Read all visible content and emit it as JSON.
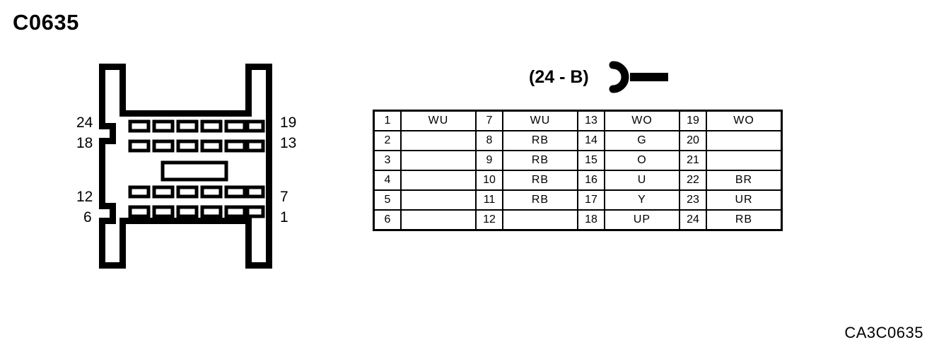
{
  "page": {
    "title": "C0635",
    "reference_code": "CA3C0635"
  },
  "connector": {
    "diagram_name": "connector-face-view",
    "pin_count": 24,
    "rows": 4,
    "columns": 6,
    "edge_labels": {
      "left": [
        "24",
        "18",
        "12",
        "6"
      ],
      "right": [
        "19",
        "13",
        "7",
        "1"
      ]
    },
    "type_label": "(24 - B)",
    "symbol_name": "male-pin-connector-symbol"
  },
  "pin_table": {
    "column_groups": [
      {
        "rows": [
          {
            "pin": "1",
            "code": "WU"
          },
          {
            "pin": "2",
            "code": ""
          },
          {
            "pin": "3",
            "code": ""
          },
          {
            "pin": "4",
            "code": ""
          },
          {
            "pin": "5",
            "code": ""
          },
          {
            "pin": "6",
            "code": ""
          }
        ]
      },
      {
        "rows": [
          {
            "pin": "7",
            "code": "WU"
          },
          {
            "pin": "8",
            "code": "RB"
          },
          {
            "pin": "9",
            "code": "RB"
          },
          {
            "pin": "10",
            "code": "RB"
          },
          {
            "pin": "11",
            "code": "RB"
          },
          {
            "pin": "12",
            "code": ""
          }
        ]
      },
      {
        "rows": [
          {
            "pin": "13",
            "code": "WO"
          },
          {
            "pin": "14",
            "code": "G"
          },
          {
            "pin": "15",
            "code": "O"
          },
          {
            "pin": "16",
            "code": "U"
          },
          {
            "pin": "17",
            "code": "Y"
          },
          {
            "pin": "18",
            "code": "UP"
          }
        ]
      },
      {
        "rows": [
          {
            "pin": "19",
            "code": "WO"
          },
          {
            "pin": "20",
            "code": ""
          },
          {
            "pin": "21",
            "code": ""
          },
          {
            "pin": "22",
            "code": "BR"
          },
          {
            "pin": "23",
            "code": "UR"
          },
          {
            "pin": "24",
            "code": "RB"
          }
        ]
      }
    ]
  },
  "colors": {
    "ink": "#000000",
    "paper": "#ffffff"
  }
}
